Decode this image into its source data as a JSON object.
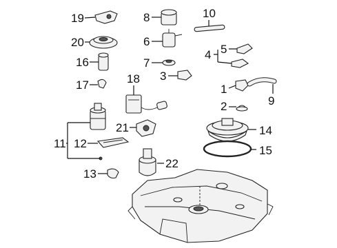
{
  "callouts": {
    "c1": "1",
    "c2": "2",
    "c3": "3",
    "c4": "4",
    "c5": "5",
    "c6": "6",
    "c7": "7",
    "c8": "8",
    "c9": "9",
    "c10": "10",
    "c11": "11",
    "c12": "12",
    "c13": "13",
    "c14": "14",
    "c15": "15",
    "c16": "16",
    "c17": "17",
    "c18": "18",
    "c19": "19",
    "c20": "20",
    "c21": "21",
    "c22": "22"
  },
  "icons": [
    "fuel-pump-icon",
    "fuel-tank-icon",
    "fuel-hose-icon",
    "fuel-filter-icon",
    "sender-gauge-icon",
    "gasket-icon",
    "clamp-icon"
  ]
}
